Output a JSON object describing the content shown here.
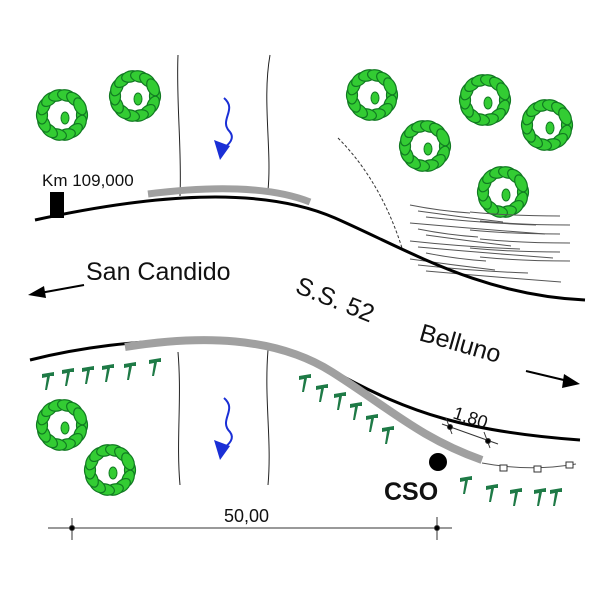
{
  "labels": {
    "km_marker": "Km 109,000",
    "west_destination": "San Candido",
    "road_name": "S.S. 52",
    "east_destination": "Belluno",
    "cso": "CSO",
    "width_dimension": "1,80",
    "length_dimension": "50,00"
  },
  "colors": {
    "tree_light": "#33cc33",
    "tree_dark": "#117a22",
    "grass": "#1e7a46",
    "barrier": "#a0a0a0",
    "flow_arrow": "#1a2fd6"
  }
}
